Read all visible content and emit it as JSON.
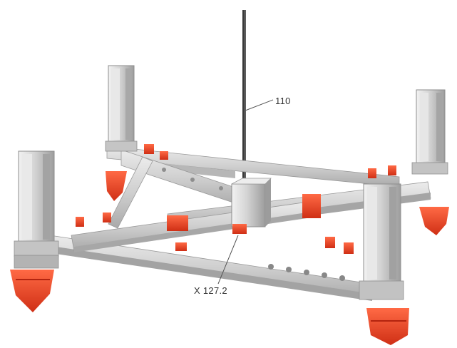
{
  "diagram": {
    "callouts": [
      {
        "id": "110",
        "text": "110"
      },
      {
        "id": "x1272",
        "text": "X 127.2"
      }
    ]
  },
  "colors": {
    "background": "#ffffff",
    "frame_light": "#dcdcdc",
    "frame_mid": "#bdbdbd",
    "frame_dark": "#8e8e8e",
    "accent_red": "#e8442a",
    "axle_dark": "#3a3a3a",
    "leader_line": "#555555"
  }
}
